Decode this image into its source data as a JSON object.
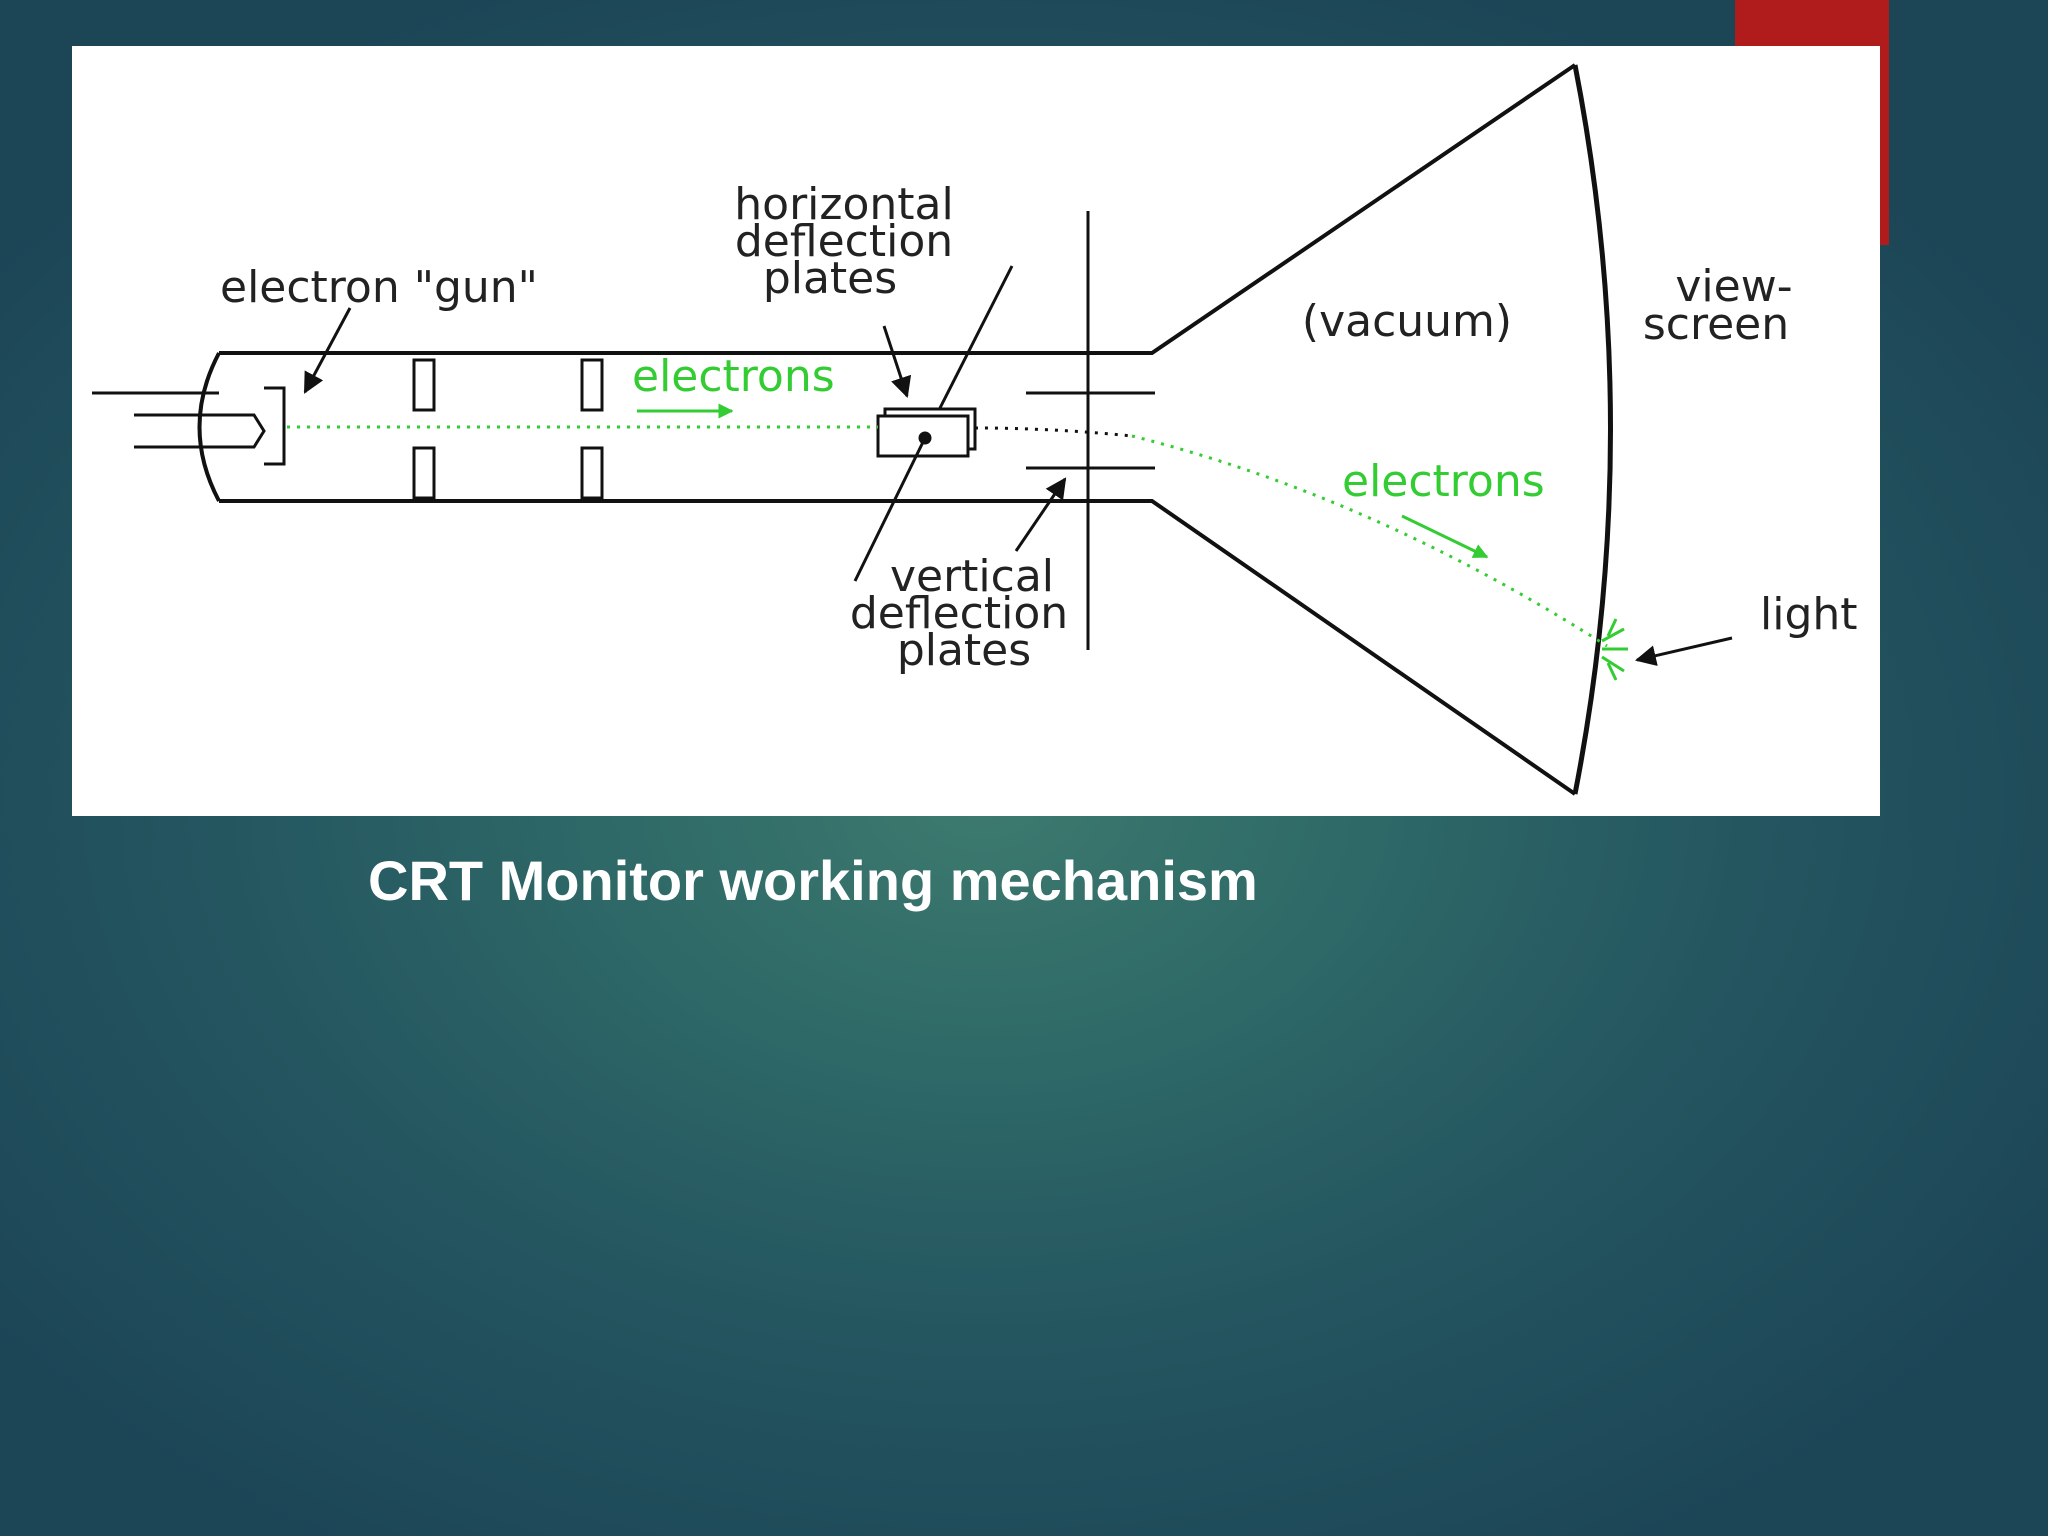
{
  "slide": {
    "caption": "CRT Monitor working mechanism",
    "accent_color": "#b01c1c"
  },
  "diagram": {
    "labels": {
      "gun": "electron \"gun\"",
      "horiz_1": "horizontal",
      "horiz_2": "deflection",
      "horiz_3": "plates",
      "vacuum": "(vacuum)",
      "view_1": "view-",
      "view_2": "screen",
      "electrons_1": "electrons",
      "electrons_2": "electrons",
      "vert_1": "vertical",
      "vert_2": "deflection",
      "vert_3": "plates",
      "light": "light"
    },
    "colors": {
      "line": "#111111",
      "beam": "#33cc33",
      "text": "#222222"
    }
  }
}
